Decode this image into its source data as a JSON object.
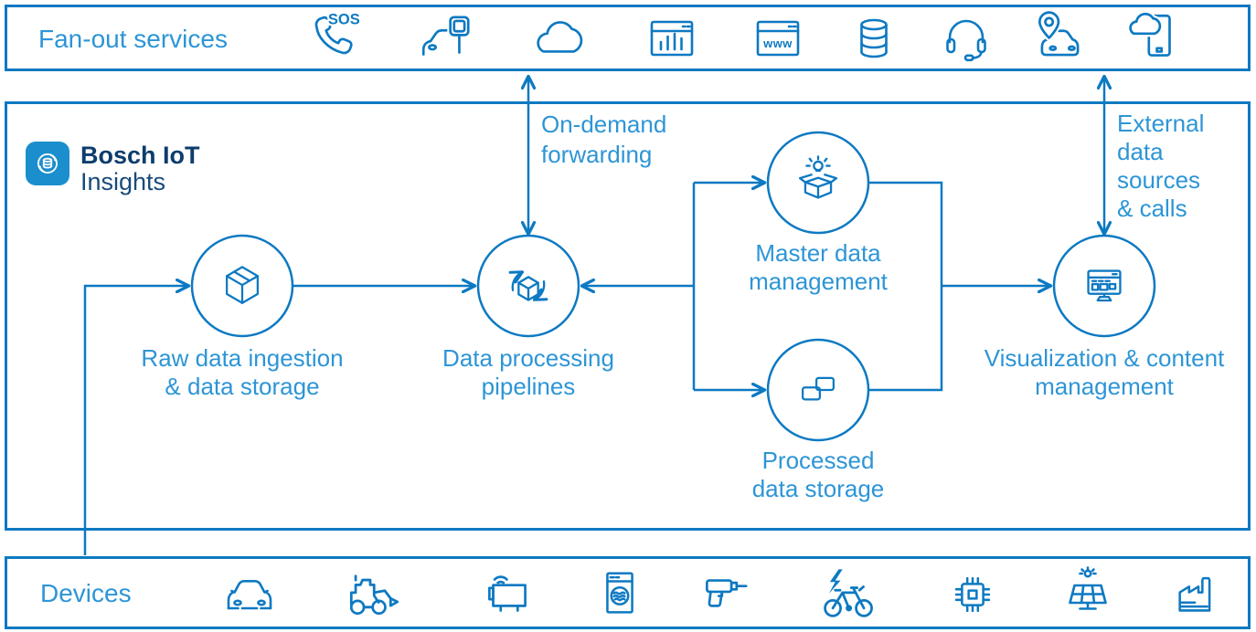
{
  "colors": {
    "line_blue": "#0d79c2",
    "label_blue": "#2d95d6",
    "logo_navy": "#0d3d6d",
    "logo_tile_blue": "#1b8ecd",
    "background": "#ffffff"
  },
  "logo": {
    "title": "Bosch IoT",
    "subtitle": "Insights"
  },
  "fanout_bar": {
    "title": "Fan-out services",
    "icons": [
      "sos-phone",
      "connected-car",
      "cloud",
      "web-analytics",
      "website-www",
      "database",
      "support-headset",
      "car-location",
      "mobile-cloud"
    ]
  },
  "devices_bar": {
    "title": "Devices",
    "icons": [
      "car",
      "excavator",
      "smart-appliance",
      "washing-machine",
      "power-drill",
      "e-bike",
      "semiconductor-chip",
      "solar-panel",
      "factory"
    ]
  },
  "nodes": {
    "raw_data": {
      "line1": "Raw data ingestion",
      "line2": "& data storage"
    },
    "processing": {
      "line1": "Data processing",
      "line2": "pipelines"
    },
    "master_data": {
      "line1": "Master data",
      "line2": "management"
    },
    "processed_storage": {
      "line1": "Processed",
      "line2": "data storage"
    },
    "visualization": {
      "line1": "Visualization & content",
      "line2": "management"
    }
  },
  "annotations": {
    "on_demand": {
      "line1": "On-demand",
      "line2": "forwarding"
    },
    "external": {
      "line1": "External",
      "line2": "data",
      "line3": "sources",
      "line4": "& calls"
    }
  },
  "icon_text": {
    "sos": "SOS",
    "www": "www"
  }
}
